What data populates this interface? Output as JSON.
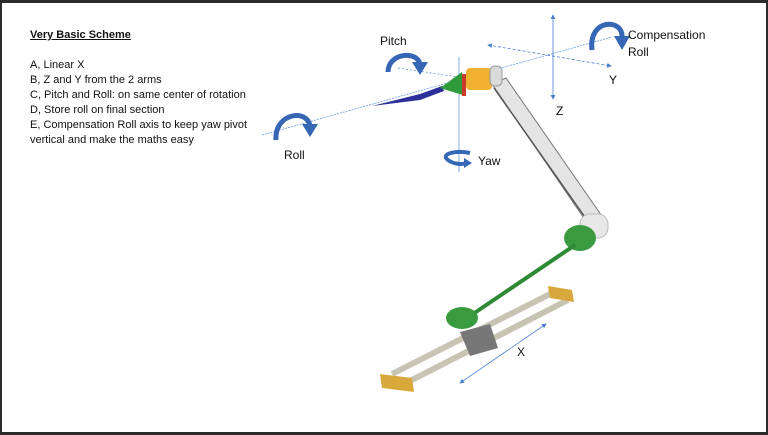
{
  "notes": {
    "title": "Very Basic Scheme",
    "items": [
      "A, Linear X",
      "B, Z and Y from the 2 arms",
      "C, Pitch and Roll: on same center of rotation",
      "D, Store roll on final section",
      "E, Compensation Roll axis to keep yaw pivot vertical and make the maths easy"
    ]
  },
  "labels": {
    "pitch": "Pitch",
    "roll": "Roll",
    "yaw": "Yaw",
    "z": "Z",
    "y": "Y",
    "x": "X",
    "compensation_roll_1": "Compensation",
    "compensation_roll_2": "Roll"
  },
  "colors": {
    "axis": "#4a7fd0",
    "rotation_arrow": "#3567b5",
    "joint_green": "#2f9a3a",
    "joint_orange": "#f0b030",
    "tool_blue": "#2a2f9a",
    "end_cap_gold": "#d9a83a"
  }
}
